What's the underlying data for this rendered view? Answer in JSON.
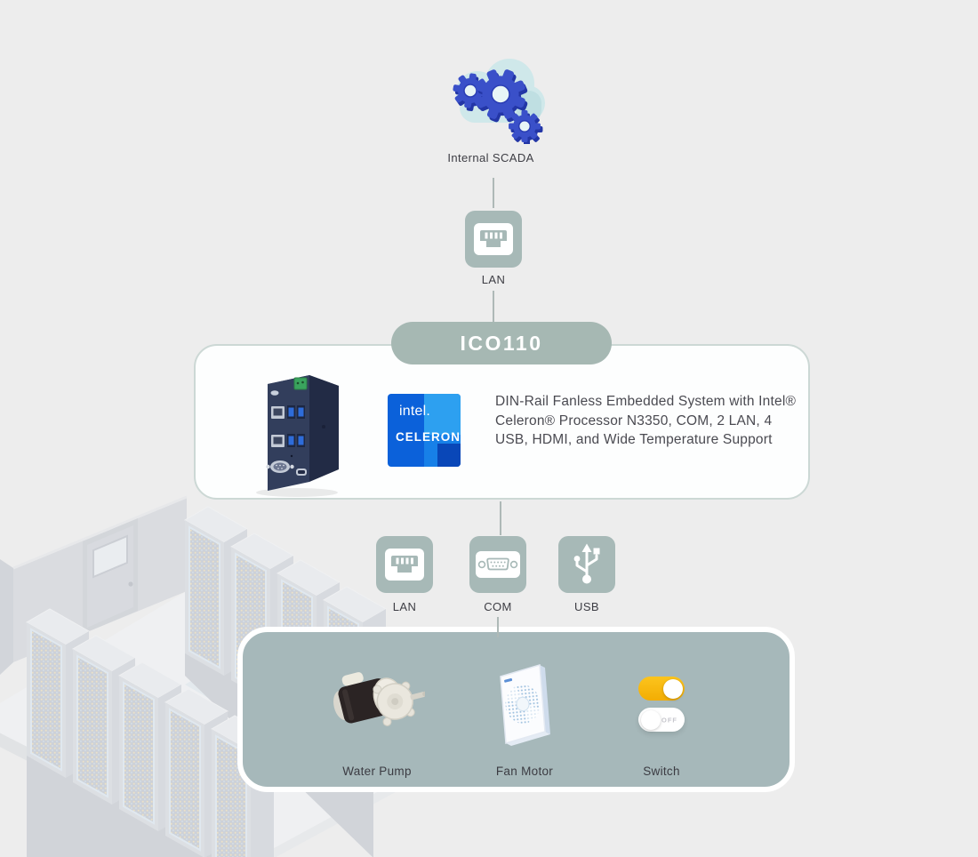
{
  "diagram": {
    "scada_label": "Internal SCADA",
    "top_port_label": "LAN",
    "model": "ICO110",
    "description": "DIN-Rail Fanless Embedded System with Intel® Celeron® Processor N3350, COM, 2 LAN, 4 USB, HDMI, and Wide Temperature Support",
    "badge": {
      "brand": "intel.",
      "family": "CELERON"
    },
    "io_ports": [
      {
        "label": "LAN"
      },
      {
        "label": "COM"
      },
      {
        "label": "USB"
      }
    ],
    "peripherals": [
      {
        "label": "Water Pump"
      },
      {
        "label": "Fan Motor"
      },
      {
        "label": "Switch"
      }
    ],
    "switch_off_label": "OFF"
  },
  "colors": {
    "background": "#ededed",
    "sage": "#a7b9b7",
    "sage_card": "#a6b8ba",
    "connector_line": "#aeb9b7",
    "gear_blue": "#3a50c9",
    "cloud_cyan": "#cfe8ea",
    "toggle_on_amber": "#f6b60b",
    "intel_blue": "#0b61da",
    "text_dark": "#3d3d44"
  }
}
